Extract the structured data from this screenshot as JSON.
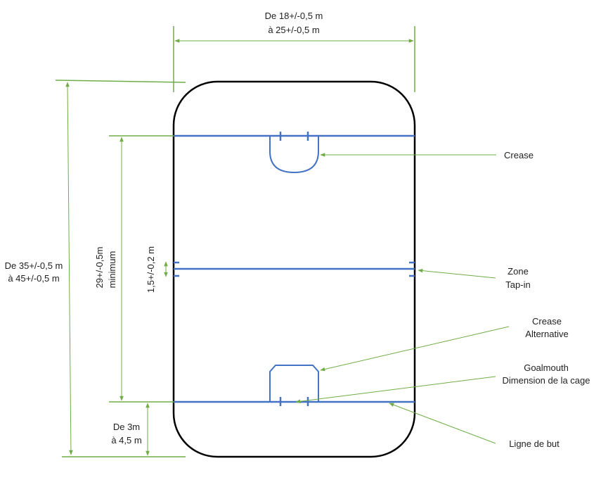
{
  "colors": {
    "dimension": "#70ad47",
    "rink_line": "#4472c4",
    "rink_outline": "#000000",
    "text": "#1f1f1f"
  },
  "dimensions": {
    "width": [
      "De 18+/-0,5 m",
      "à 25+/-0,5 m"
    ],
    "length": [
      "De 35+/-0,5 m",
      "à 45+/-0,5 m"
    ],
    "goal_to_goal": [
      "29+/-0,5m",
      "minimum"
    ],
    "tapin_zone": "1,5+/-0,2 m",
    "goal_to_end": [
      "De 3m",
      "à 4,5 m"
    ]
  },
  "labels": {
    "crease": "Crease",
    "zone_tapin": [
      "Zone",
      "Tap-in"
    ],
    "crease_alternative": [
      "Crease",
      "Alternative"
    ],
    "goalmouth": [
      "Goalmouth",
      "Dimension de la cage"
    ],
    "goal_line": "Ligne de but"
  }
}
